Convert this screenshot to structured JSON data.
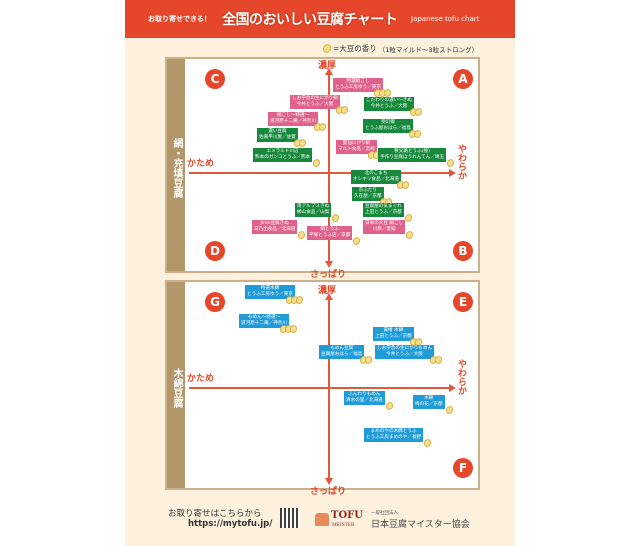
{
  "header": {
    "pre": "お取り寄せできる！",
    "title": "全国のおいしい豆腐チャート",
    "subtitle": "Japanese tofu chart"
  },
  "legend": {
    "text": "=大豆の香り",
    "note": "（1粒マイルド〜3粒ストロング）"
  },
  "axes": {
    "top": "濃厚",
    "bottom": "さっぱり",
    "left": "かため",
    "right": "やわらか"
  },
  "charts": [
    {
      "category": "絹・充填豆腐",
      "quadrants": [
        "C",
        "A",
        "D",
        "B"
      ],
      "items": [
        {
          "name": "特濃絹ごし",
          "maker": "とうふ工房ゆう／東京",
          "aroma": 3
        },
        {
          "name": "しお学舎の生にがり絹",
          "maker": "今井とうふ／大阪",
          "aroma": 2
        },
        {
          "name": "こだわりの濃い〜きぬ",
          "maker": "今井とうふ／大阪",
          "aroma": 2
        },
        {
          "name": "絹こし〜特選〜",
          "maker": "道河原十二庵／神奈川",
          "aroma": 2
        },
        {
          "name": "受幻郷",
          "maker": "とうふ屋おはら／福島",
          "aroma": 2
        },
        {
          "name": "濃い豆腐",
          "maker": "佐嘉平川屋／佐賀",
          "aroma": 2
        },
        {
          "name": "雲仙にがり絹",
          "maker": "マルト食品／宮崎",
          "aroma": 3
        },
        {
          "name": "エメラルド川辺",
          "maker": "熊本のガンコとうふ／熊本",
          "aroma": 1
        },
        {
          "name": "秩父路とうふ(極)",
          "maker": "手作り豆腐ほうれんてん／埼玉",
          "aroma": 1
        },
        {
          "name": "北のこまち",
          "maker": "オシキリ食品／北海道",
          "aroma": 2
        },
        {
          "name": "京ふたり",
          "maker": "久在屋／京都",
          "aroma": 2
        },
        {
          "name": "南アルプスきぬ",
          "maker": "榊山食品／山梨",
          "aroma": 1
        },
        {
          "name": "豆腐屋の気まぐれ",
          "maker": "上田とうふ／京都",
          "aroma": 1
        },
        {
          "name": "Jimo豆腐きぬ",
          "maker": "日乃出食品／北海道",
          "aroma": 1
        },
        {
          "name": "絹とうふ",
          "maker": "平塚とうふ店／京都",
          "aroma": 1
        },
        {
          "name": "日本の大豆 絹ごし",
          "maker": "川原／愛知",
          "aroma": 1
        }
      ]
    },
    {
      "category": "木綿豆腐",
      "quadrants": [
        "G",
        "E",
        "",
        "F"
      ],
      "items": [
        {
          "name": "特選木綿",
          "maker": "とうふ工房ゆう／東京",
          "aroma": 3
        },
        {
          "name": "もめん〜特選〜",
          "maker": "道河原十二庵／神奈川",
          "aroma": 3
        },
        {
          "name": "貴椿 木綿",
          "maker": "上田とうふ／京都",
          "aroma": 2
        },
        {
          "name": "もめん豆腐",
          "maker": "豆腐屋おはら／福島",
          "aroma": 2
        },
        {
          "name": "しお学舎の生にがりもめん",
          "maker": "今井とうふ／大阪",
          "aroma": 2
        },
        {
          "name": "ふんわりもめん",
          "maker": "清水の里／北海道",
          "aroma": 1
        },
        {
          "name": "木綿",
          "maker": "梅の花／京都",
          "aroma": 1
        },
        {
          "name": "まめのやの木綿とうふ",
          "maker": "とうふ工房まめのや／長野",
          "aroma": 1
        }
      ]
    }
  ],
  "footer": {
    "order_text": "お取り寄せはこちらから",
    "url": "https://mytofu.jp/",
    "logo_tofu": "TOFU",
    "logo_meister": "MEISTER",
    "org_type": "一般社団法人",
    "org_name": "日本豆腐マイスター協会"
  },
  "colors": {
    "accent": "#e6472b",
    "pink": "#e0628c",
    "green": "#17893d",
    "blue": "#1f9bd8"
  }
}
